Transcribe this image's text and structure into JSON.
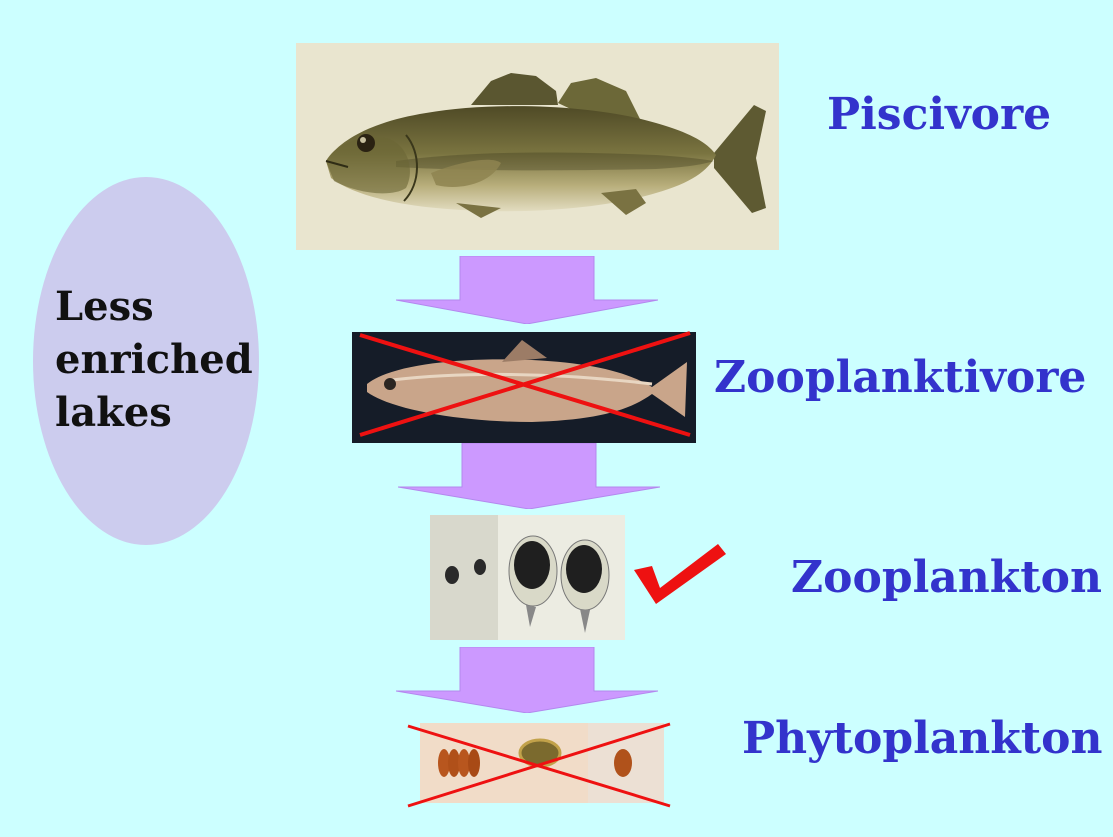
{
  "labels": {
    "piscivore": "Piscivore",
    "zooplanktivore": "Zooplanktivore",
    "zooplankton": "Zooplankton",
    "phytoplankton": "Phytoplankton"
  },
  "ellipse": {
    "lines": [
      "Less",
      "enriched",
      "lakes"
    ]
  },
  "colors": {
    "background": "#ccffff",
    "label_text": "#3333cc",
    "arrow_fill": "#cc99ff",
    "ellipse_fill": "#ccccee",
    "cross_mark": "#ee1111",
    "check_mark": "#ee1111"
  },
  "marks": {
    "zooplanktivore": "cross-out",
    "zooplankton": "check",
    "phytoplankton": "cross-out"
  }
}
